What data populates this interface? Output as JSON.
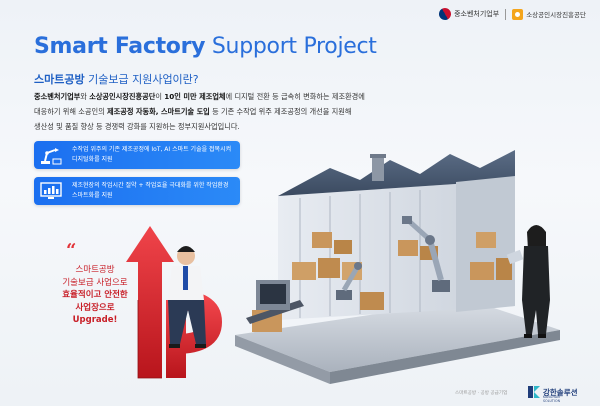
{
  "logos": {
    "ministry": "중소벤처기업부",
    "agency": "소상공인시장진흥공단"
  },
  "title": {
    "bold": "Smart Factory",
    "light": "Support Project"
  },
  "subtitle": {
    "bold": "스마트공방",
    "rest": " 기술보급 지원사업이란?"
  },
  "description": {
    "p1_bold_1": "중소벤처기업부",
    "p1_text_1": "와 ",
    "p1_bold_2": "소상공인시장진흥공단",
    "p1_text_2": "이 ",
    "p1_bold_3": "10인 미만 제조업체",
    "p1_text_3": "에 디지털 전환 등 급속히 변화하는 제조환경에",
    "p2_text_1": "대응하기 위해 소공인의 ",
    "p2_bold_1": "제조공정 자동화, 스마트기술 도입",
    "p2_text_2": " 등 기존 수작업 위주 제조공정의 개선을 지원해",
    "p3_text": "생산성 및 품질 향상 등 경쟁력 강화를 지원하는 정부지원사업입니다."
  },
  "features": [
    {
      "icon": "robot-arm-icon",
      "text": "수작업 위주의 기존 제조공정에 IoT, AI 스마트 기술을 접목시켜 디지털화를 지원"
    },
    {
      "icon": "chart-monitor-icon",
      "text": "제조현장의 작업시간 절약 + 작업효율 극대화를 위한 작업환경 스마트화를 지원"
    }
  ],
  "quote": {
    "mark": "“",
    "line1": "스마트공방",
    "line2": "기술보급 사업으로",
    "line3": "효율적이고 안전한",
    "line4": "사업장으로",
    "line5": "Upgrade!"
  },
  "footer": {
    "note": "스마트공방 · 공방 공급기업",
    "company": "강한솔루션",
    "company_sub": "KANGHAN SOLUTION"
  },
  "colors": {
    "brand_blue": "#2a6fdb",
    "card_blue": "#1b6ff0",
    "accent_red": "#e23238"
  }
}
